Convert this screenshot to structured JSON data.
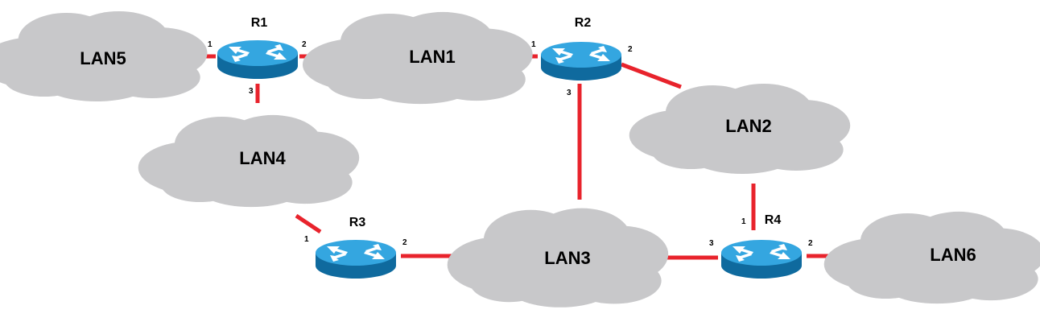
{
  "clouds": [
    {
      "id": "lan5",
      "label": "LAN5"
    },
    {
      "id": "lan1",
      "label": "LAN1"
    },
    {
      "id": "lan2",
      "label": "LAN2"
    },
    {
      "id": "lan4",
      "label": "LAN4"
    },
    {
      "id": "lan3",
      "label": "LAN3"
    },
    {
      "id": "lan6",
      "label": "LAN6"
    }
  ],
  "routers": [
    {
      "id": "r1",
      "label": "R1",
      "ports": [
        "1",
        "2",
        "3"
      ]
    },
    {
      "id": "r2",
      "label": "R2",
      "ports": [
        "1",
        "2",
        "3"
      ]
    },
    {
      "id": "r3",
      "label": "R3",
      "ports": [
        "1",
        "2"
      ]
    },
    {
      "id": "r4",
      "label": "R4",
      "ports": [
        "1",
        "2",
        "3"
      ]
    }
  ],
  "links": [
    {
      "from": "lan5",
      "to": "r1",
      "port": "1"
    },
    {
      "from": "r1",
      "to": "lan1",
      "port": "2"
    },
    {
      "from": "r1",
      "to": "lan4",
      "port": "3"
    },
    {
      "from": "lan1",
      "to": "r2",
      "port": "1"
    },
    {
      "from": "r2",
      "to": "lan2",
      "port": "2"
    },
    {
      "from": "r2",
      "to": "lan3",
      "port": "3"
    },
    {
      "from": "lan4",
      "to": "r3",
      "port": "1"
    },
    {
      "from": "r3",
      "to": "lan3",
      "port": "2"
    },
    {
      "from": "lan2",
      "to": "r4",
      "port": "1"
    },
    {
      "from": "r4",
      "to": "lan6",
      "port": "2"
    },
    {
      "from": "lan3",
      "to": "r4",
      "port": "3"
    }
  ],
  "colors": {
    "link": "#e8232c",
    "cloud": "#c8c8ca",
    "router_top": "#34a6e0",
    "router_side": "#0f6a9e"
  }
}
